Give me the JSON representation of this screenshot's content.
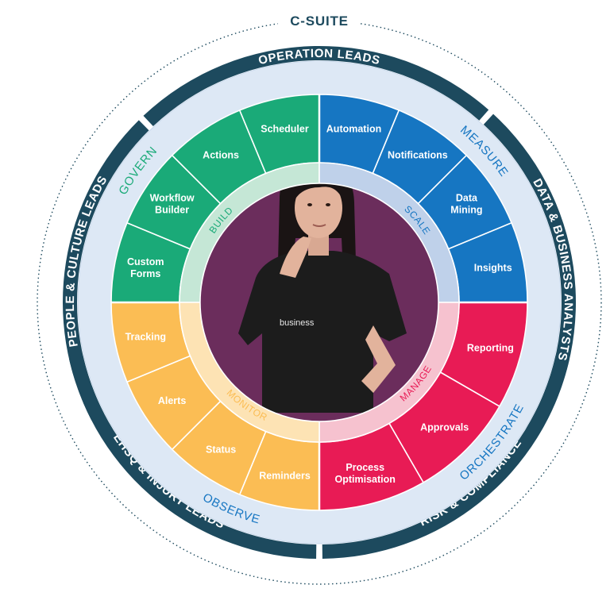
{
  "outer_label": "C-SUITE",
  "roles": [
    "OPERATION LEADS",
    "DATA & BUSINESS ANALYSTS",
    "RISK & COMPLIANCE",
    "EHSQ & INJURY LEADS",
    "PEOPLE & CULTURE LEADS"
  ],
  "quadrants": [
    {
      "outer_label": "GOVERN",
      "inner_label": "BUILD",
      "color": "#1aaa78",
      "inner_color": "#c5e7d6",
      "outer_text_color": "#1aaa78",
      "segments": [
        [
          "Custom",
          "Forms"
        ],
        [
          "Workflow",
          "Builder"
        ],
        [
          "Actions"
        ],
        [
          "Scheduler"
        ]
      ]
    },
    {
      "outer_label": "MEASURE",
      "inner_label": "SCALE",
      "color": "#1676c2",
      "inner_color": "#bfd1ea",
      "outer_text_color": "#1676c2",
      "segments": [
        [
          "Automation"
        ],
        [
          "Notifications"
        ],
        [
          "Data",
          "Mining"
        ],
        [
          "Insights"
        ]
      ]
    },
    {
      "outer_label": "ORCHESTRATE",
      "inner_label": "MANAGE",
      "color": "#e81b55",
      "inner_color": "#f6c2cf",
      "outer_text_color": "#1676c2",
      "segments": [
        [
          "Reporting"
        ],
        [
          "Approvals"
        ],
        [
          "Process",
          "Optimisation"
        ]
      ]
    },
    {
      "outer_label": "OBSERVE",
      "inner_label": "MONITOR",
      "color": "#fbbd54",
      "inner_color": "#fde3b4",
      "outer_text_color": "#1676c2",
      "segments": [
        [
          "Reminders"
        ],
        [
          "Status"
        ],
        [
          "Alerts"
        ],
        [
          "Tracking"
        ]
      ]
    }
  ],
  "center": {
    "shirt_text": "business",
    "bg_color": "#6b2d5c"
  },
  "colors": {
    "navy": "#1d4a5e",
    "ring_bg": "#dde8f5",
    "inner_ring_default": "#eaf1f8"
  }
}
